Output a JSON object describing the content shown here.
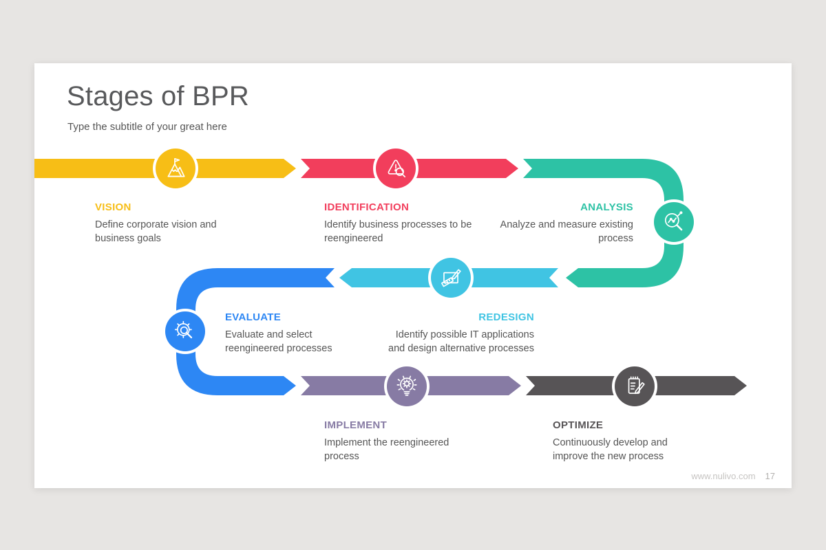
{
  "page": {
    "background_color": "#e7e5e3",
    "card_color": "#ffffff",
    "title_color": "#58595b",
    "body_text_color": "#555555"
  },
  "slide": {
    "title": "Stages of BPR",
    "subtitle": "Type the subtitle of your great here",
    "footer": {
      "website": "www.nulivo.com",
      "page_number": "17"
    }
  },
  "stages": [
    {
      "label": "VISION",
      "description": "Define corporate vision and business goals",
      "color": "#f7be16",
      "icon": "mountain-flag-icon"
    },
    {
      "label": "IDENTIFICATION",
      "description": "Identify business processes to be reengineered",
      "color": "#f23e5c",
      "icon": "warning-magnifier-icon"
    },
    {
      "label": "ANALYSIS",
      "description": "Analyze and measure existing process",
      "color": "#2dc2a5",
      "icon": "chart-magnifier-icon"
    },
    {
      "label": "REDESIGN",
      "description": "Identify possible IT applications and design alternative processes",
      "color": "#40c4e3",
      "icon": "design-ruler-pencil-icon"
    },
    {
      "label": "EVALUATE",
      "description": "Evaluate and select reengineered processes",
      "color": "#2d87f4",
      "icon": "gear-magnifier-icon"
    },
    {
      "label": "IMPLEMENT",
      "description": "Implement the reengineered process",
      "color": "#877ba4",
      "icon": "bulb-gear-icon"
    },
    {
      "label": "OPTIMIZE",
      "description": "Continuously develop and improve the new process",
      "color": "#575456",
      "icon": "notepad-pencil-icon"
    }
  ]
}
